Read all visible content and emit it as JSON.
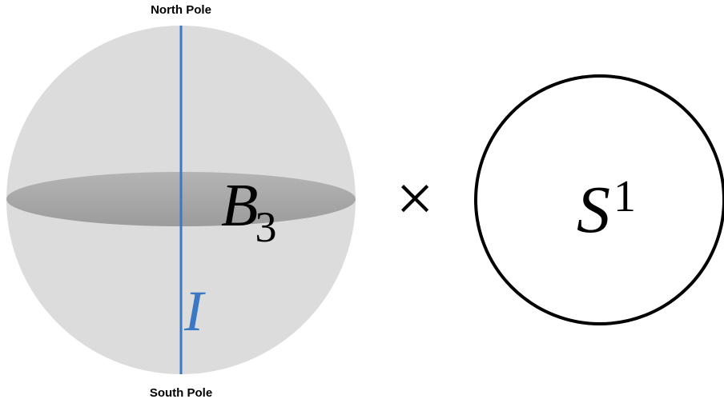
{
  "labels": {
    "north_pole": "North Pole",
    "south_pole": "South Pole",
    "ball": {
      "symbol": "B",
      "subscript": "3"
    },
    "interval": "I",
    "operator": "×",
    "circle": {
      "symbol": "S",
      "superscript": "1"
    }
  },
  "colors": {
    "sphere_fill": "#dcdcdc",
    "equator_disk": "#a8a8a8",
    "axis_line": "#3a78c3",
    "interval_label": "#3a78c3",
    "circle_stroke": "#000000",
    "text": "#000000"
  }
}
